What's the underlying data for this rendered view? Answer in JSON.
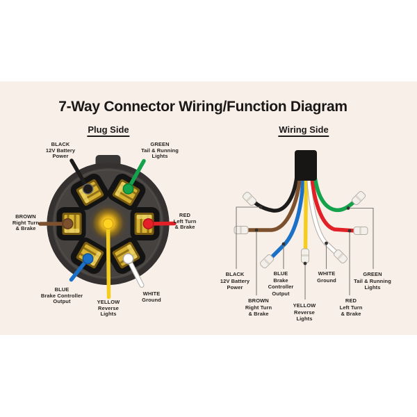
{
  "title": "7-Way Connector Wiring/Function Diagram",
  "plug": {
    "heading": "Plug Side",
    "labels": {
      "black": [
        "BLACK",
        "12V Battery",
        "Power"
      ],
      "green": [
        "GREEN",
        "Tail & Running",
        "Lights"
      ],
      "brown": [
        "BROWN",
        "Right Turn",
        "& Brake"
      ],
      "red": [
        "RED",
        "Left Turn",
        "& Brake"
      ],
      "blue": [
        "BLUE",
        "Brake Controller",
        "Output"
      ],
      "yellow": [
        "YELLOW",
        "Reverse",
        "Lights"
      ],
      "white": [
        "WHITE",
        "Ground"
      ]
    }
  },
  "wiring": {
    "heading": "Wiring Side",
    "labels": {
      "black": [
        "BLACK",
        "12V Battery",
        "Power"
      ],
      "blue": [
        "BLUE",
        "Brake",
        "Controller",
        "Output"
      ],
      "white": [
        "WHITE",
        "Ground"
      ],
      "green": [
        "GREEN",
        "Tail & Running",
        "Lights"
      ],
      "brown": [
        "BROWN",
        "Right Turn",
        "& Brake"
      ],
      "yellow": [
        "YELLOW",
        "Reverse",
        "Lights"
      ],
      "red": [
        "RED",
        "Left Turn",
        "& Brake"
      ]
    }
  },
  "colors": {
    "panel_background": "#f8efe9",
    "black_wire": "#1d1c1b",
    "green_wire": "#14a24c",
    "brown_wire": "#7d512d",
    "red_wire": "#e22027",
    "blue_wire": "#1b70c8",
    "white_wire": "#ffffff",
    "yellow_wire": "#f5cd1e",
    "connector_body": "#454240",
    "terminal_gold": "#d8b232",
    "ferrule": "#f3f0eb"
  }
}
